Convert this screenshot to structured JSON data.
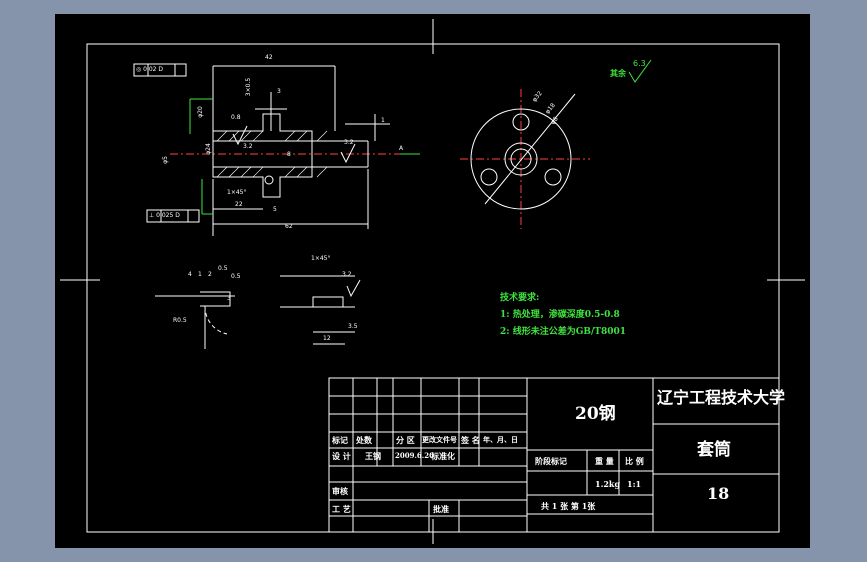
{
  "material": "20钢",
  "school": "辽宁工程技术大学",
  "part_name": "套筒",
  "drawing_no": "18",
  "roughness": {
    "label": "其余",
    "value": "6.3"
  },
  "tech_req": {
    "title": "技术要求:",
    "items": [
      "1: 热处理，渗碳深度0.5-0.8",
      "2: 线形未注公差为GB/T8001"
    ]
  },
  "title_block": {
    "hdr_mark": "标记",
    "hdr_count": "处数",
    "hdr_zone": "分 区",
    "hdr_docno": "更改文件号",
    "hdr_sign": "签 名",
    "hdr_date": "年、月、日",
    "design_lbl": "设 计",
    "designer": "王钢",
    "design_date": "2009.6.20",
    "std_lbl": "标准化",
    "stage_lbl": "阶段标记",
    "weight_lbl": "重 量",
    "scale_lbl": "比 例",
    "weight": "1.2kg",
    "scale": "1:1",
    "check_lbl": "审核",
    "process_lbl": "工 艺",
    "approve_lbl": "批准",
    "sheets": "共 1 张  第  1张"
  },
  "dims": {
    "tol1": "◎ 0.02  D",
    "tol2": "⊥ 0.025  D",
    "d42": "42",
    "d22": "22",
    "d62": "62",
    "d5": "5",
    "d1": "1",
    "d3": "3",
    "d0_8": "0.8",
    "d3x05": "3×0.5",
    "d3_2a": "3.2",
    "d3_2b": "3.2",
    "c1x45a": "1×45°",
    "c1x45b": "1×45°",
    "d4": "4",
    "d1b": "1",
    "d2": "2",
    "d0_5a": "0.5",
    "d0_5b": "0.5",
    "d3b": "3",
    "dR0_5": "R0.5",
    "d3_2c": "3.2",
    "d3_5": "3.5",
    "d12": "12",
    "d8": "8",
    "dphi20": "φ20",
    "dphi24": "φ24",
    "dphi5": "φ5",
    "dphi32": "φ32",
    "dphi18": "φ18",
    "dphi8": "φ8",
    "dA": "A"
  }
}
